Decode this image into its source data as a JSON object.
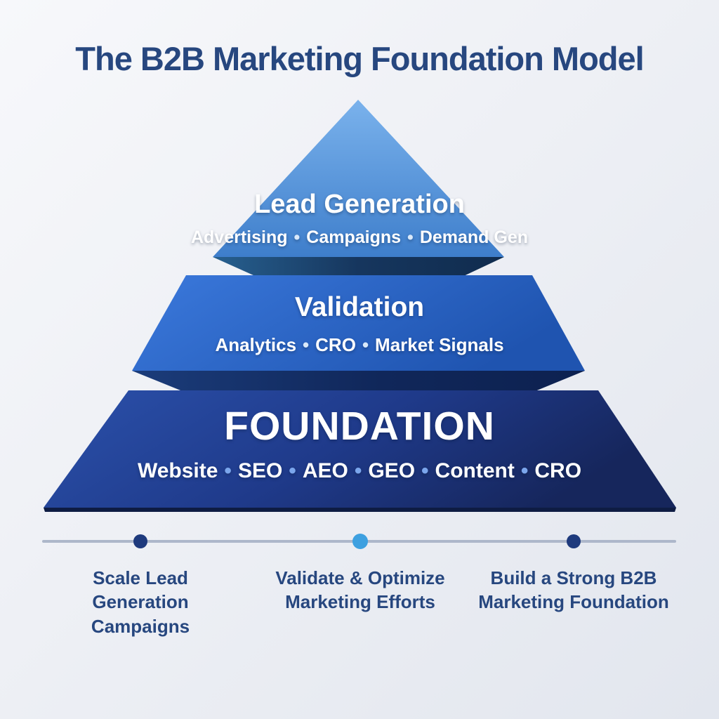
{
  "title": "The B2B Marketing Foundation Model",
  "pyramid": {
    "tiers": [
      {
        "label": "Lead Generation",
        "items": [
          "Advertising",
          "Campaigns",
          "Demand Gen"
        ],
        "bullet_color": "#d9e9fa",
        "face_colors": [
          "#7ab2ec",
          "#3e7ecb"
        ]
      },
      {
        "label": "Validation",
        "items": [
          "Analytics",
          "CRO",
          "Market Signals"
        ],
        "bullet_color": "#d9e9fa",
        "face_colors": [
          "#3b79dc",
          "#1f54b0"
        ]
      },
      {
        "label": "FOUNDATION",
        "items": [
          "Website",
          "SEO",
          "AEO",
          "GEO",
          "Content",
          "CRO"
        ],
        "bullet_color": "#7ba6ec",
        "face_colors": [
          "#2b51ab",
          "#16265c"
        ]
      }
    ]
  },
  "timeline": {
    "line_color": "#adb7ca",
    "milestones": [
      {
        "line1": "Scale Lead Generation",
        "line2": "Campaigns",
        "dot_color": "#1e3a7d"
      },
      {
        "line1": "Validate & Optimize",
        "line2": "Marketing Efforts",
        "dot_color": "#3da0e0"
      },
      {
        "line1": "Build a Strong B2B",
        "line2": "Marketing Foundation",
        "dot_color": "#1e3a7d"
      }
    ]
  },
  "colors": {
    "title_text": "#27477f",
    "tier_text": "#ffffff",
    "background": "#eef0f5"
  }
}
